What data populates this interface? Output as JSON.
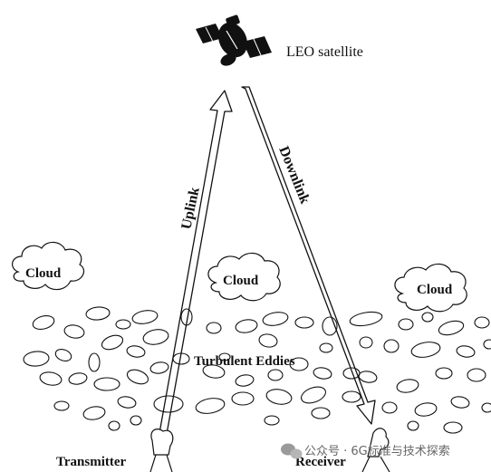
{
  "labels": {
    "satellite": "LEO satellite",
    "uplink": "Uplink",
    "downlink": "Downlink",
    "turbulent": "Turbulent Eddies",
    "transmitter": "Transmitter",
    "receiver": "Receiver"
  },
  "clouds": [
    "Cloud",
    "Cloud",
    "Cloud"
  ],
  "watermark": "公众号 · 6G标准与技术探索"
}
